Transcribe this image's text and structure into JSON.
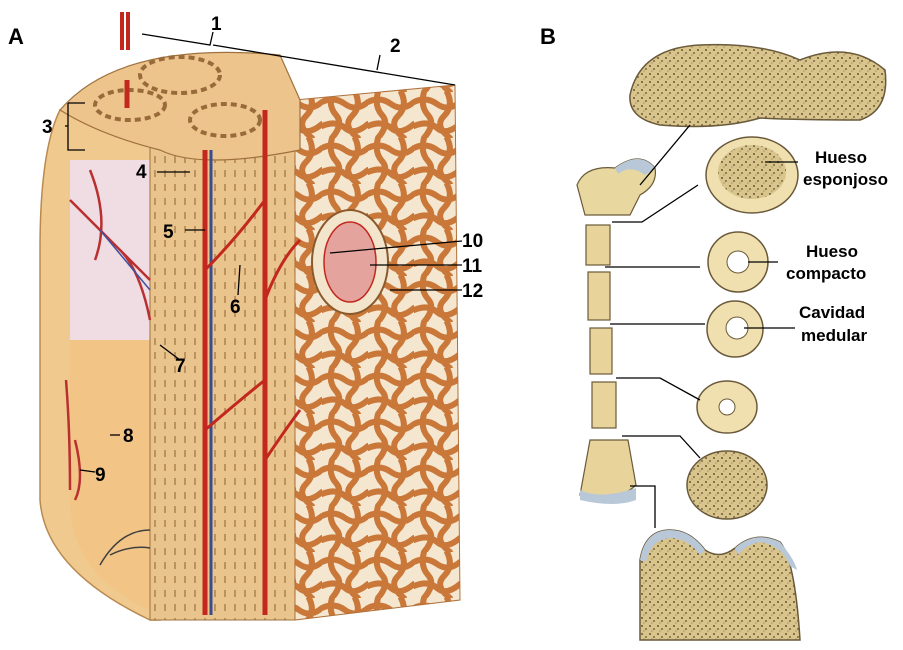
{
  "panels": {
    "a": "A",
    "b": "B"
  },
  "panel_a_numbers": [
    "1",
    "2",
    "3",
    "4",
    "5",
    "6",
    "7",
    "8",
    "9",
    "10",
    "11",
    "12"
  ],
  "panel_b_labels": {
    "spongy_line1": "Hueso",
    "spongy_line2": "esponjoso",
    "compact_line1": "Hueso",
    "compact_line2": "compacto",
    "cavity_line1": "Cavidad",
    "cavity_line2": "medular"
  },
  "colors": {
    "bone_tan": "#e9c48c",
    "spongy_orange": "#c9783a",
    "artery_red": "#c3281e",
    "vein_blue": "#3a4c8f",
    "cartilage_blue": "#b8c8d8",
    "bone_section": "#e8d9a6"
  }
}
